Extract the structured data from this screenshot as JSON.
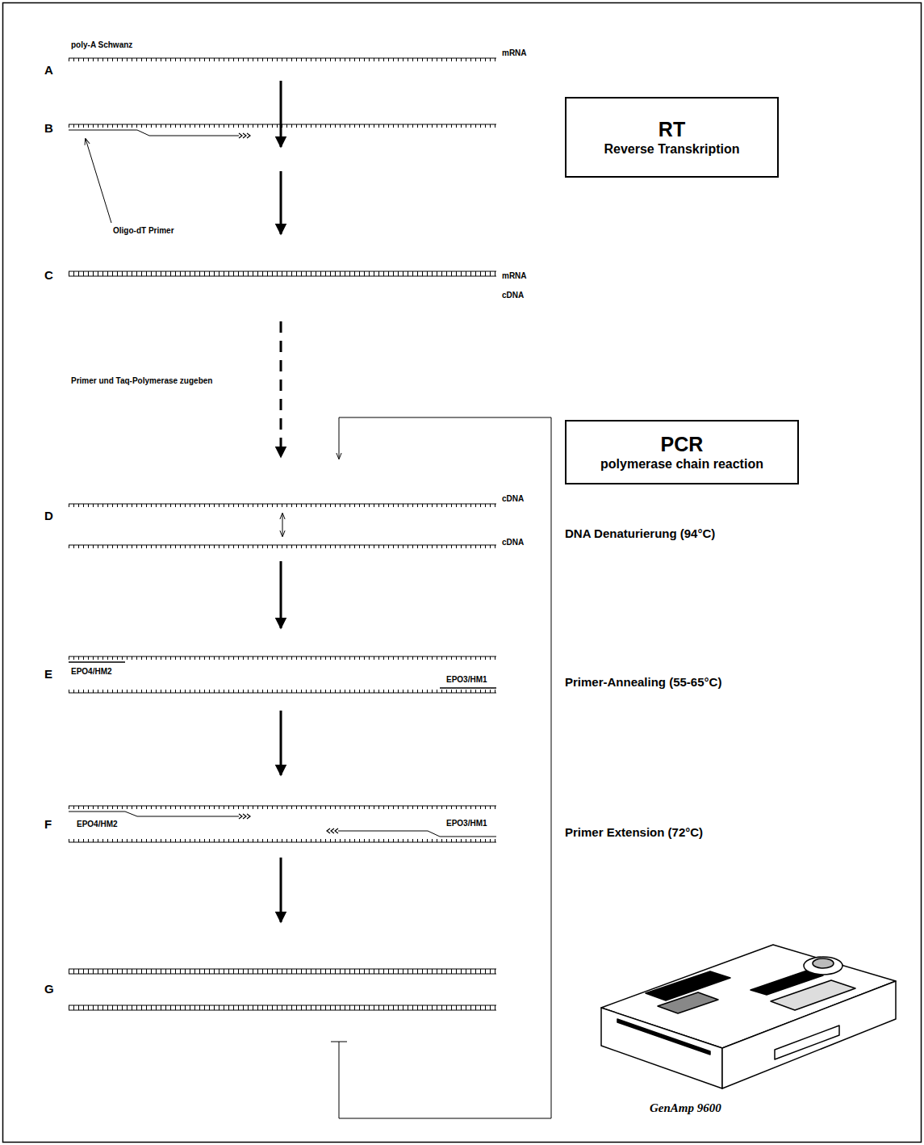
{
  "diagram": {
    "nodes": [
      {
        "text": [
          "RT",
          "Reverse Transkription"
        ]
      },
      {
        "text": [
          "PCR",
          "polymerase chain reaction"
        ]
      }
    ],
    "labels": [
      "poly-A Schwanz",
      "mRNA",
      "A",
      "B",
      "Oligo-dT Primer",
      "C",
      "mRNA",
      "cDNA",
      "Primer und Taq-Polymerase zugeben",
      "cDNA",
      "D",
      "cDNA",
      "DNA Denaturierung (94°C)",
      "EPO4/HM2",
      "E",
      "EPO3/HM1",
      "Primer-Annealing (55-65°C)",
      "EPO4/HM2",
      "EPO3/HM1",
      "F",
      "Primer Extension (72°C)",
      "G",
      "GenAmp 9600"
    ]
  }
}
